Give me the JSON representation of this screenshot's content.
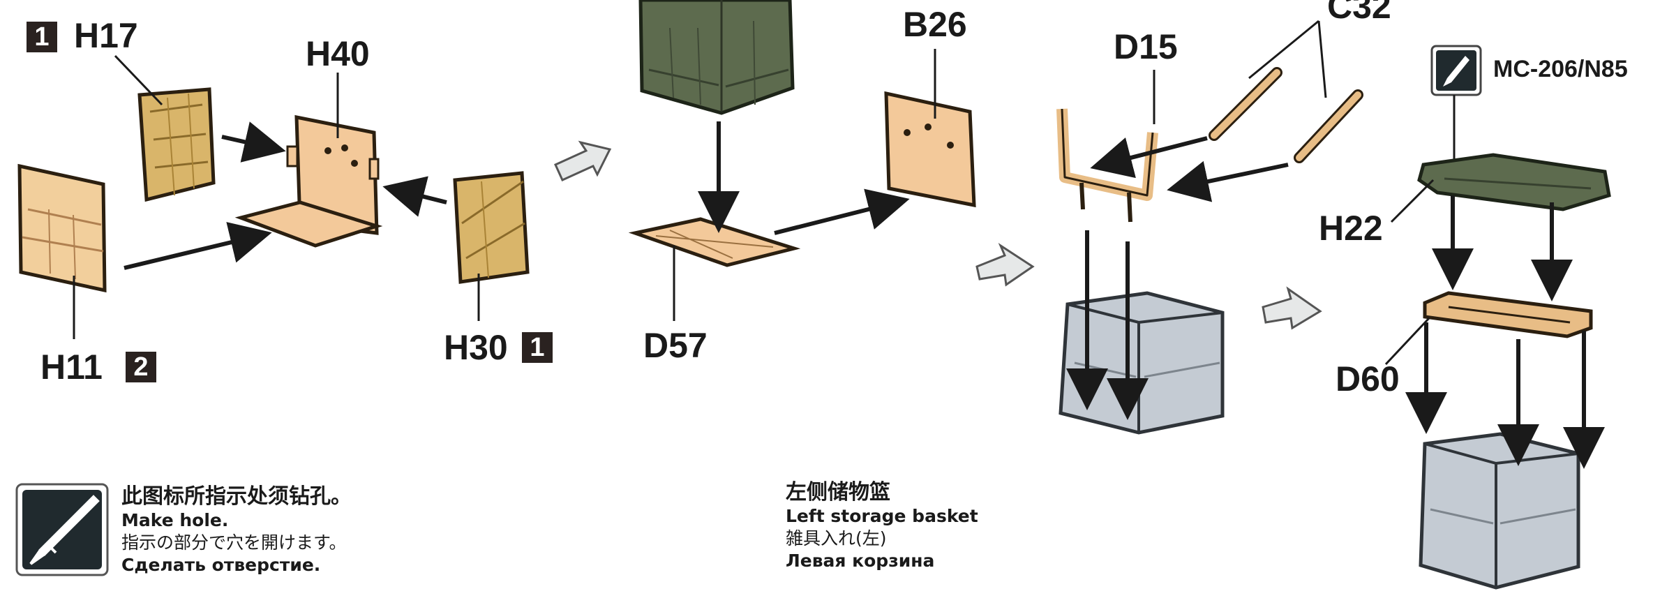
{
  "parts": {
    "h17": "H17",
    "h40": "H40",
    "h11": "H11",
    "h30": "H30",
    "b26": "B26",
    "d57": "D57",
    "d15": "D15",
    "c32": "C32",
    "h22": "H22",
    "d60": "D60"
  },
  "badges": {
    "h17_step": "1",
    "h11_step": "2",
    "h30_step": "1"
  },
  "paint": {
    "code": "MC-206/N85",
    "icon": "paintbrush-icon"
  },
  "drill_note": {
    "icon": "drill-icon",
    "zh": "此图标所指示处须钻孔。",
    "en": "Make hole.",
    "ja": "指示の部分で穴を開けます。",
    "ru": "Сделать отверстие."
  },
  "caption": {
    "zh": "左侧储物篮",
    "en": "Left storage basket",
    "ja": "雑具入れ(左)",
    "ru": "Левая корзина"
  },
  "colors": {
    "tan": "#f3c99a",
    "tan_edge": "#3a2a1a",
    "cloth_gold": "#d9b56a",
    "olive": "#5d6b4e",
    "grey_basket": "#c4cbd3",
    "arrow_grey": "#e6e8e8"
  }
}
